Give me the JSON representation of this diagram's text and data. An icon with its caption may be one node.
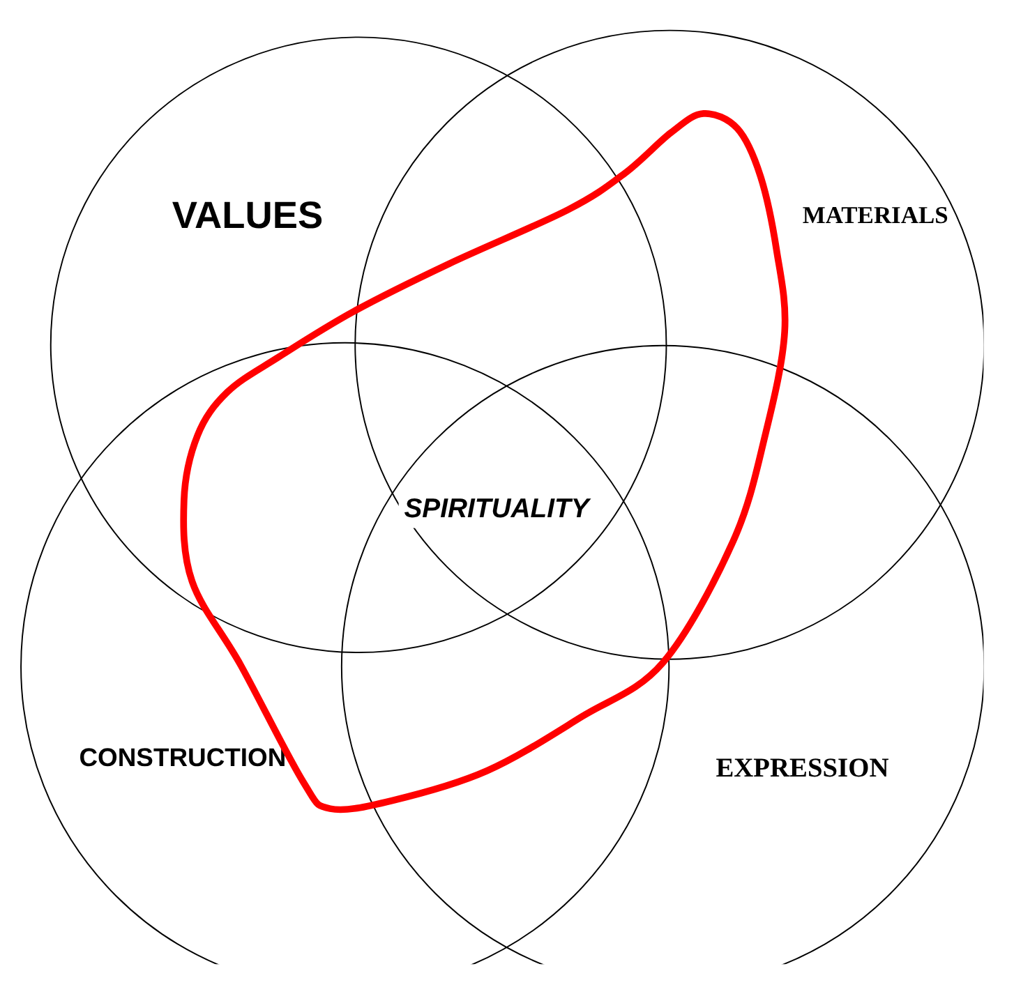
{
  "diagram": {
    "nodes": [
      {
        "text": [
          "VALUES"
        ]
      },
      {
        "text": [
          "MATERIALS"
        ]
      },
      {
        "text": [
          "CONSTRUCTION"
        ]
      },
      {
        "text": [
          "EXPRESSION"
        ]
      }
    ],
    "labels": [
      "SPIRITUALITY"
    ]
  }
}
